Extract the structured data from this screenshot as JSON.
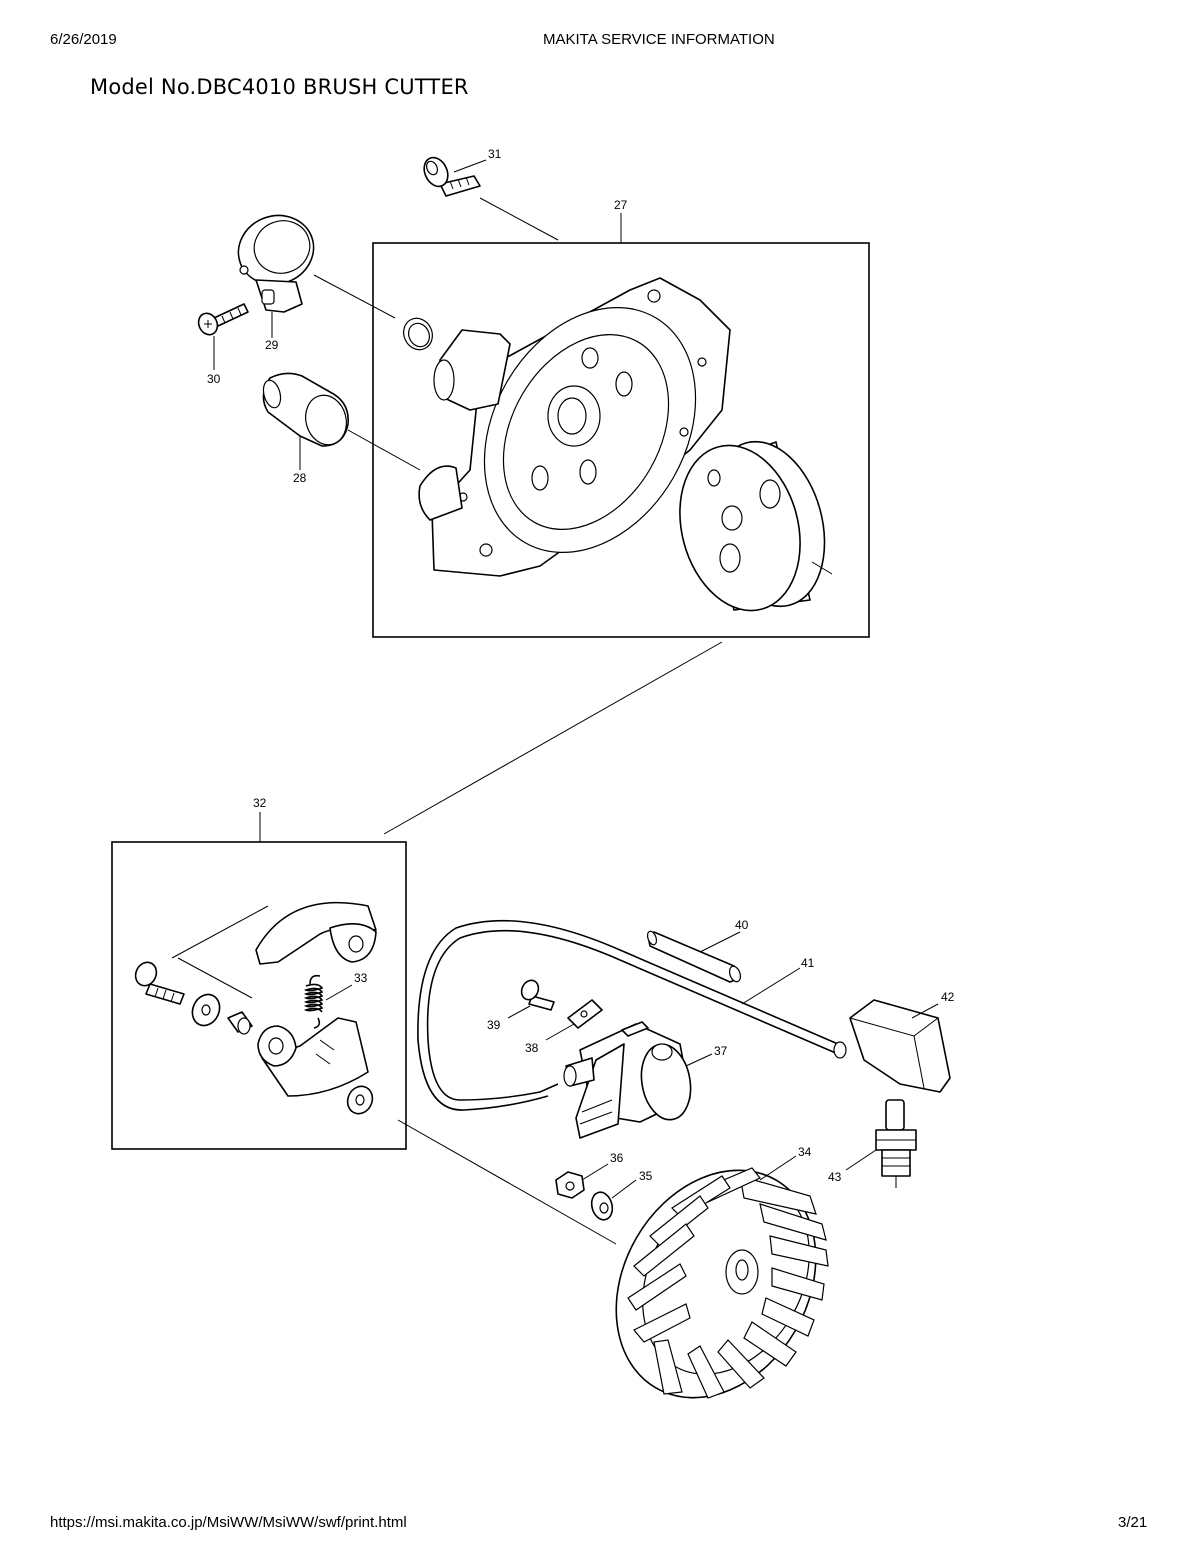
{
  "header": {
    "date": "6/26/2019",
    "site_title": "MAKITA SERVICE INFORMATION"
  },
  "page_title": "Model No.DBC4010 BRUSH CUTTER",
  "footer": {
    "url": "https://msi.makita.co.jp/MsiWW/MsiWW/swf/print.html",
    "page": "3/21"
  },
  "callouts": {
    "p27": "27",
    "p28": "28",
    "p29": "29",
    "p30": "30",
    "p31": "31",
    "p32": "32",
    "p33": "33",
    "p34": "34",
    "p35": "35",
    "p36": "36",
    "p37": "37",
    "p38": "38",
    "p39": "39",
    "p40": "40",
    "p41": "41",
    "p42": "42",
    "p43": "43"
  }
}
